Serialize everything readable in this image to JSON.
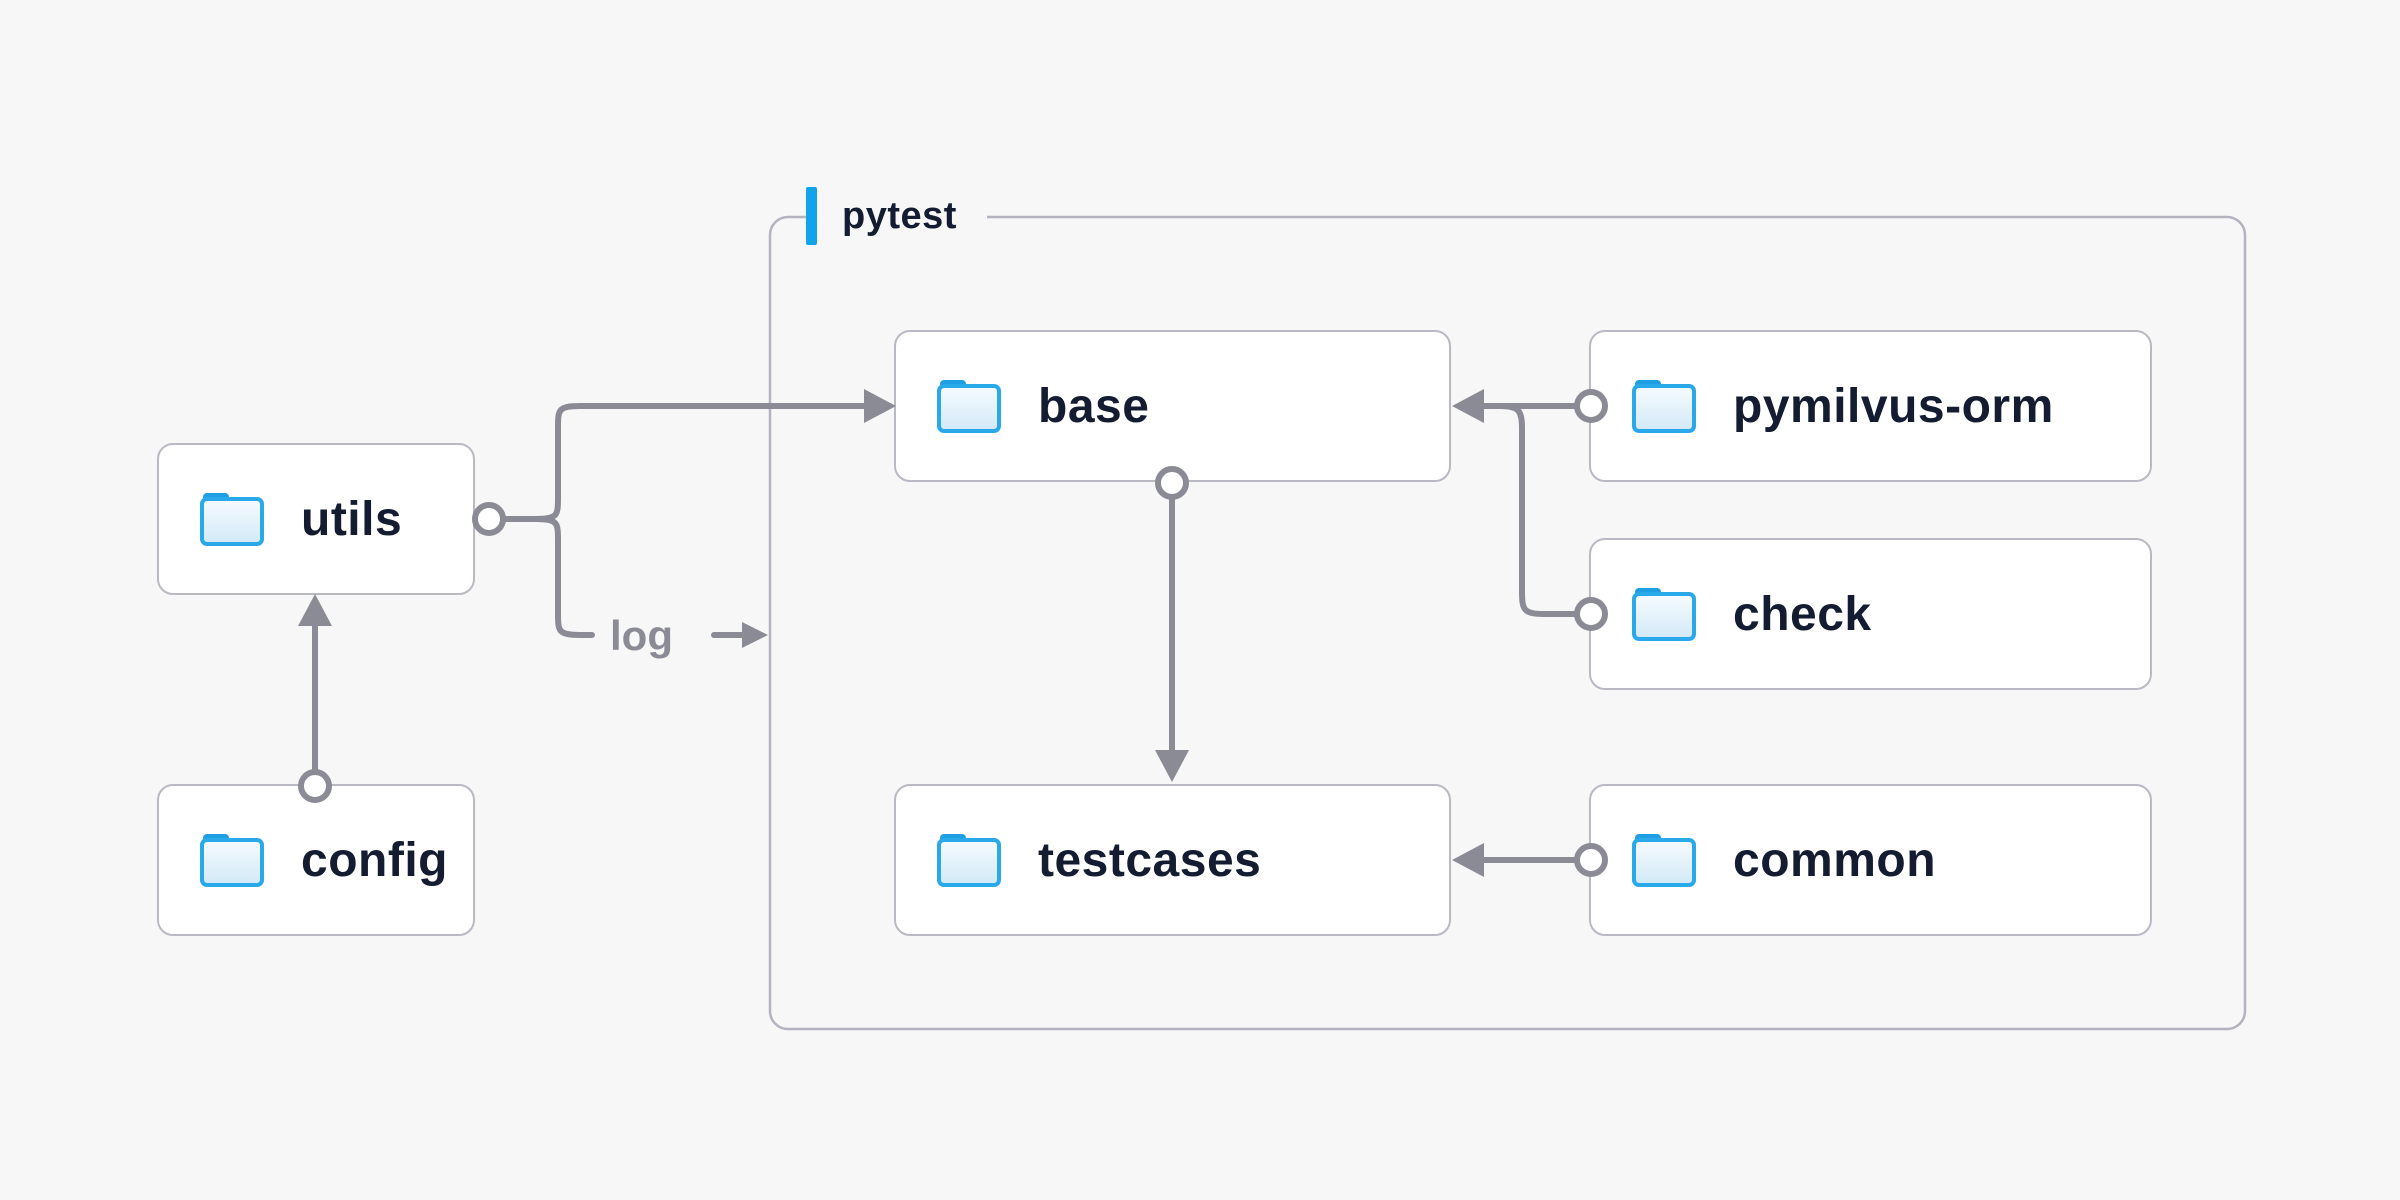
{
  "diagram": {
    "group": {
      "label": "pytest"
    },
    "nodes": [
      {
        "id": "utils",
        "label": "utils"
      },
      {
        "id": "config",
        "label": "config"
      },
      {
        "id": "base",
        "label": "base"
      },
      {
        "id": "testcases",
        "label": "testcases"
      },
      {
        "id": "pymilvus-orm",
        "label": "pymilvus-orm"
      },
      {
        "id": "check",
        "label": "check"
      },
      {
        "id": "common",
        "label": "common"
      }
    ],
    "edges": {
      "log_label": "log"
    },
    "colors": {
      "background": "#f7f7f8",
      "node_fill": "#ffffff",
      "node_border": "#b9b9c4",
      "group_border": "#b4b4c0",
      "connector": "#8b8b96",
      "text": "#131c30",
      "accent_blue": "#12a3ea",
      "folder_blue": "#29a9ea"
    }
  }
}
